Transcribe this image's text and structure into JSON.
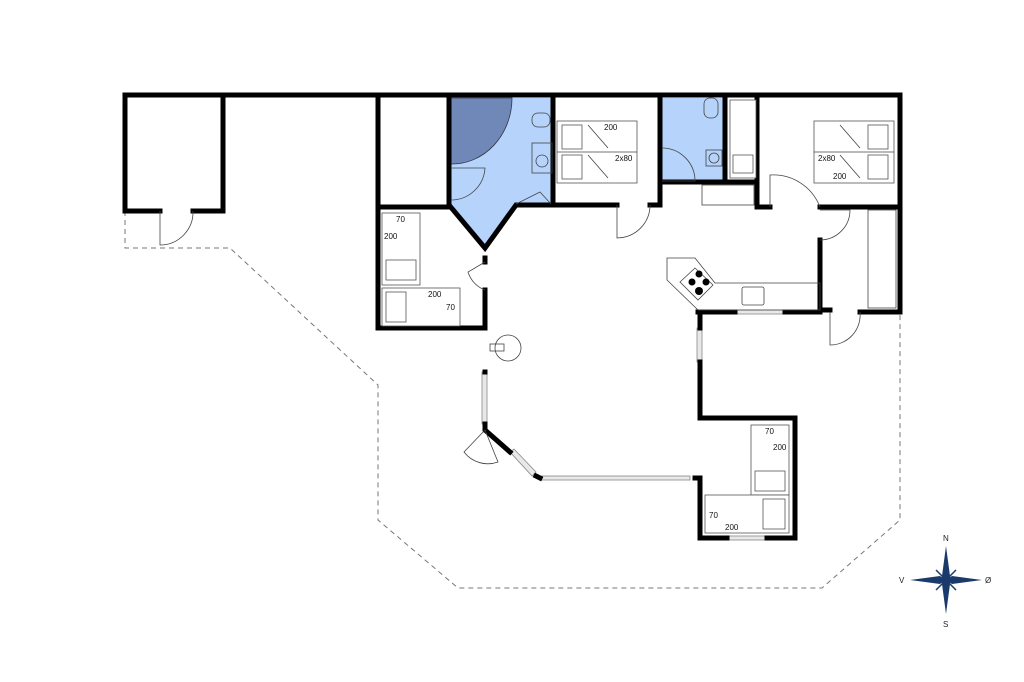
{
  "colors": {
    "wet_room": "#b5d3fb",
    "shower": "#6f88b8",
    "wall": "#000000",
    "compass": "#1a3a6b"
  },
  "bed_labels": {
    "bed1_len": "200",
    "bed1_width": "2x80",
    "bed2_width": "2x80",
    "bed2_len": "200",
    "bed3_width": "70",
    "bed3_len": "200",
    "bed4_len": "200",
    "bed4_width": "70",
    "bed5_width": "70",
    "bed5_len": "200",
    "bed6_width": "70",
    "bed6_len": "200"
  },
  "compass": {
    "north": "N",
    "south": "S",
    "west": "V",
    "east": "Ø"
  }
}
